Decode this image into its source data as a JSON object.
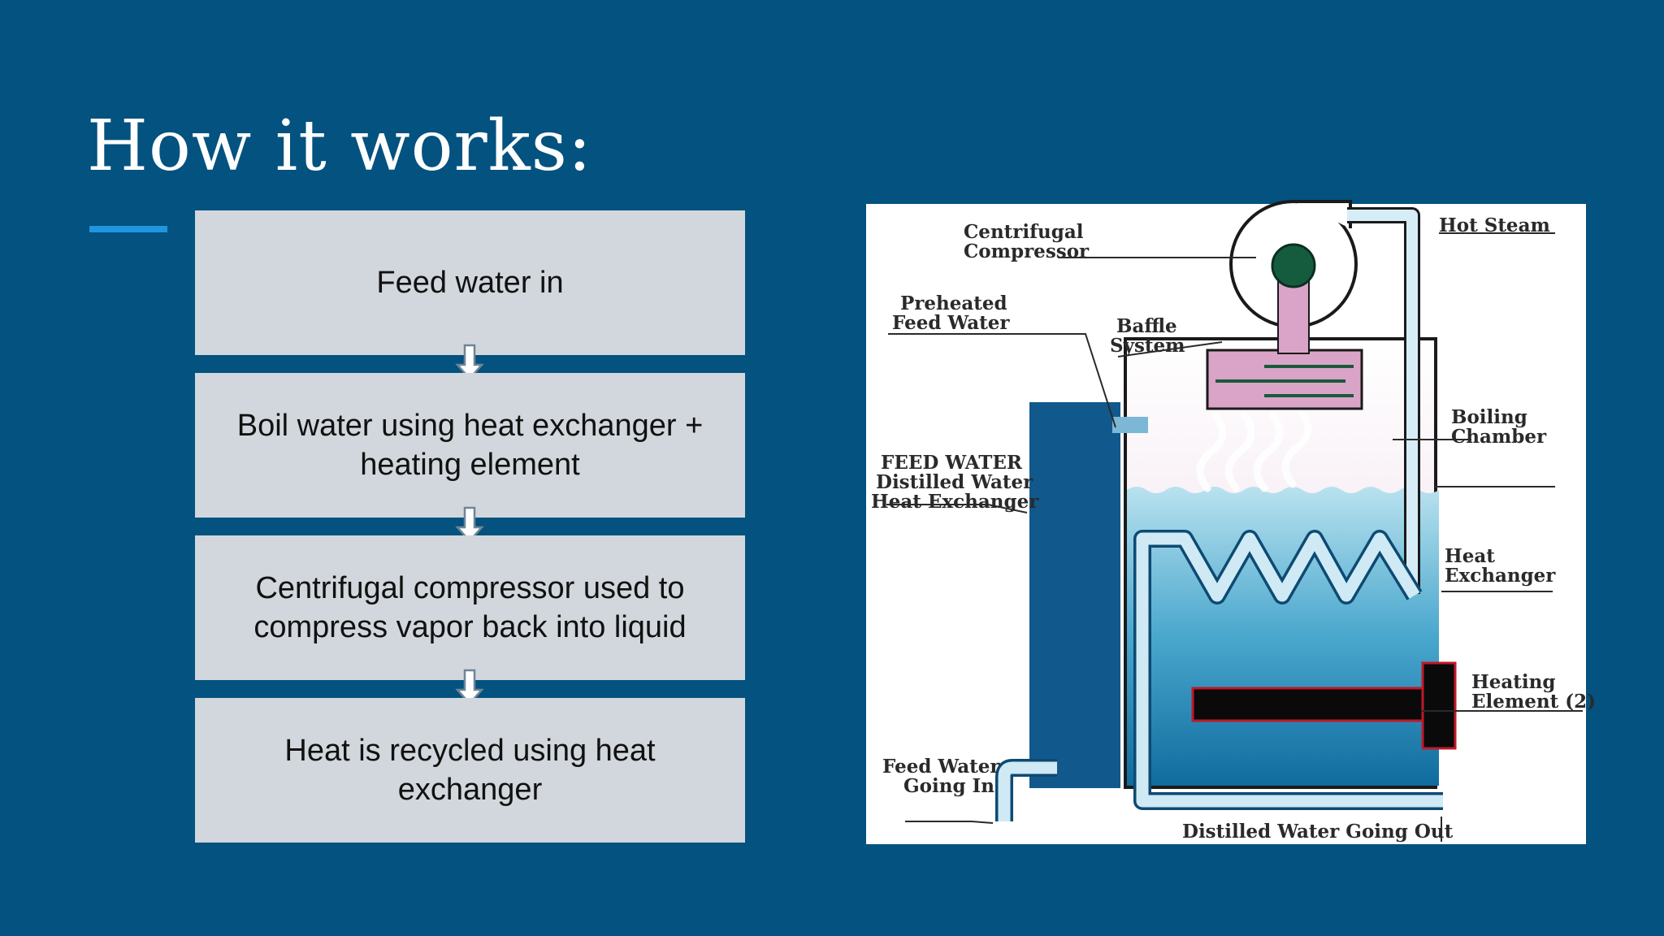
{
  "slide": {
    "title": "How it works:",
    "accent_color": "#2095e0",
    "background_color": "#03527f"
  },
  "steps": [
    {
      "lines": [
        "Feed water in"
      ]
    },
    {
      "lines": [
        "Boil water using heat exchanger +",
        "heating element"
      ]
    },
    {
      "lines": [
        "Centrifugal compressor used to",
        "compress vapor back into liquid"
      ]
    },
    {
      "lines": [
        "Heat is recycled using heat",
        "exchanger"
      ]
    }
  ],
  "diagram": {
    "labels": {
      "compressor": [
        "Centrifugal",
        "Compressor"
      ],
      "hot_steam": [
        "Hot Steam"
      ],
      "preheated": [
        "Preheated",
        "Feed Water"
      ],
      "baffle": [
        "Baffle",
        "System"
      ],
      "boiling": [
        "Boiling",
        "Chamber"
      ],
      "feed_hx": [
        "FEED WATER",
        "Distilled Water",
        "Heat Exchanger"
      ],
      "heat_exchanger": [
        "Heat",
        "Exchanger"
      ],
      "heating_element": [
        "Heating",
        "Element (2)"
      ],
      "feed_in": [
        "Feed Water",
        "Going In"
      ],
      "distilled_out": [
        "Distilled Water Going Out"
      ]
    },
    "colors": {
      "water_top": "#b9e2ef",
      "water_bottom": "#0f6c9e",
      "hx_tank": "#11598c",
      "pipe": "#cfeaf5",
      "compressor_pink": "#d9a4c8",
      "heating_element": "#0a0a0a",
      "element_outline": "#c0182a"
    }
  }
}
